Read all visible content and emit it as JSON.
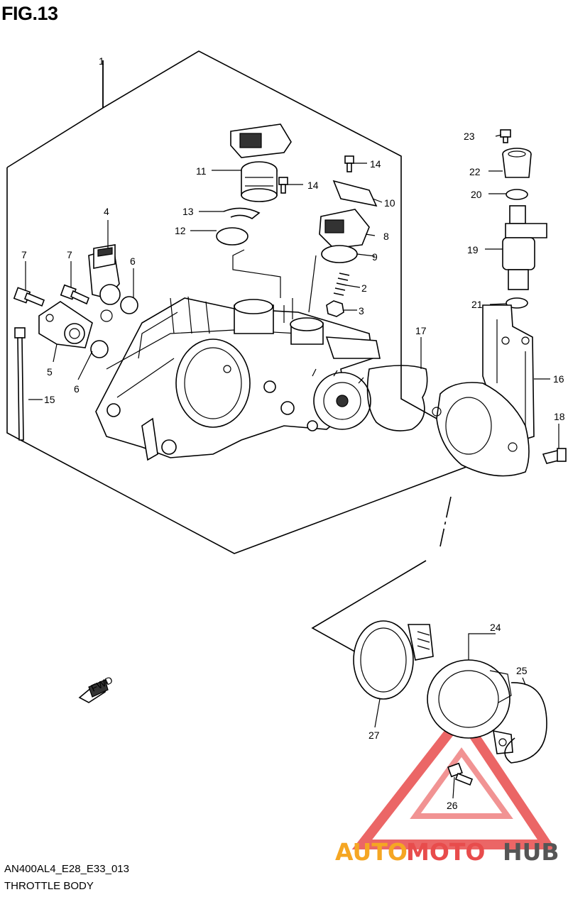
{
  "figure": {
    "title": "FIG.13"
  },
  "footer": {
    "code": "AN400AL4_E28_E33_013",
    "name": "THROTTLE BODY"
  },
  "fwd_label": "FWD",
  "watermark": {
    "text_part1": "AUTO",
    "text_part2": "MOTO",
    "text_part3": "HUB",
    "color_orange": "#f5a623",
    "color_red": "#e84c4c",
    "color_gray": "#555555"
  },
  "callouts": {
    "c1": "1",
    "c2": "2",
    "c3": "3",
    "c4": "4",
    "c5": "5",
    "c6a": "6",
    "c6b": "6",
    "c7a": "7",
    "c7b": "7",
    "c8": "8",
    "c9": "9",
    "c10": "10",
    "c11": "11",
    "c12": "12",
    "c13": "13",
    "c14a": "14",
    "c14b": "14",
    "c15": "15",
    "c16": "16",
    "c17": "17",
    "c18": "18",
    "c19": "19",
    "c20": "20",
    "c21": "21",
    "c22": "22",
    "c23": "23",
    "c24": "24",
    "c25": "25",
    "c26": "26",
    "c27": "27"
  }
}
